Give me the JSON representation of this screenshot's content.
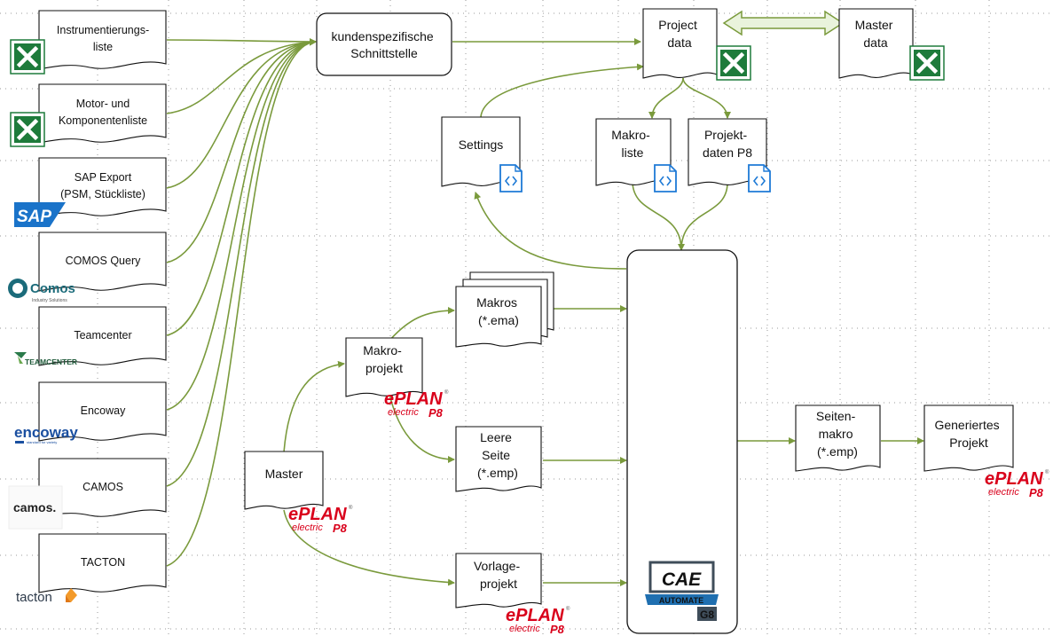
{
  "sources": [
    {
      "lines": [
        "Instrumentierungs-",
        "liste"
      ],
      "logo": "excel-icon"
    },
    {
      "lines": [
        "Motor- und",
        "Komponentenliste"
      ],
      "logo": "excel-icon"
    },
    {
      "lines": [
        "SAP Export",
        "(PSM, Stückliste)"
      ],
      "logo": "sap-logo",
      "logo_text": "SAP"
    },
    {
      "lines": [
        "COMOS Query"
      ],
      "logo": "comos-logo",
      "logo_text": "Comos",
      "logo_sub": "Industry Solutions"
    },
    {
      "lines": [
        "Teamcenter"
      ],
      "logo": "teamcenter-logo",
      "logo_text": "TEAMCENTER"
    },
    {
      "lines": [
        "Encoway"
      ],
      "logo": "encoway-logo",
      "logo_text": "encoway",
      "logo_sub": "standard for variety"
    },
    {
      "lines": [
        "CAMOS"
      ],
      "logo": "camos-logo",
      "logo_text": "camos."
    },
    {
      "lines": [
        "TACTON"
      ],
      "logo": "tacton-logo",
      "logo_text": "tacton"
    }
  ],
  "interface": {
    "lines": [
      "kundenspezifische",
      "Schnittstelle"
    ]
  },
  "project_data": {
    "lines": [
      "Project",
      "data"
    ]
  },
  "master_data": {
    "lines": [
      "Master",
      "data"
    ]
  },
  "settings": {
    "lines": [
      "Settings"
    ]
  },
  "makroliste": {
    "lines": [
      "Makro-",
      "liste"
    ]
  },
  "projektdaten": {
    "lines": [
      "Projekt-",
      "daten P8"
    ]
  },
  "makros": {
    "lines": [
      "Makros",
      "(*.ema)"
    ]
  },
  "makroprojekt": {
    "lines": [
      "Makro-",
      "projekt"
    ]
  },
  "leere_seite": {
    "lines": [
      "Leere",
      "Seite",
      "(*.emp)"
    ]
  },
  "master": {
    "lines": [
      "Master"
    ]
  },
  "vorlageprojekt": {
    "lines": [
      "Vorlage-",
      "projekt"
    ]
  },
  "seitenmakro": {
    "lines": [
      "Seiten-",
      "makro",
      "(*.emp)"
    ]
  },
  "generiertes": {
    "lines": [
      "Generiertes",
      "Projekt"
    ]
  },
  "eplan": {
    "word": "ePLAN",
    "sub": "electric",
    "version": "P8",
    "reg": "®"
  },
  "cae": {
    "logo_text": "CAE",
    "band_text": "AUTOMATE",
    "version": "G8"
  },
  "colors": {
    "connector": "#7a9a3c",
    "arrow_fill": "#e9f3dc",
    "excel_green": "#1e7b3b",
    "eplan_red": "#d9001b",
    "xml_blue": "#1e7ad6",
    "sap_blue": "#1a73c9",
    "cae_blue": "#1f6fb0",
    "cae_gray": "#3f4d5a"
  }
}
